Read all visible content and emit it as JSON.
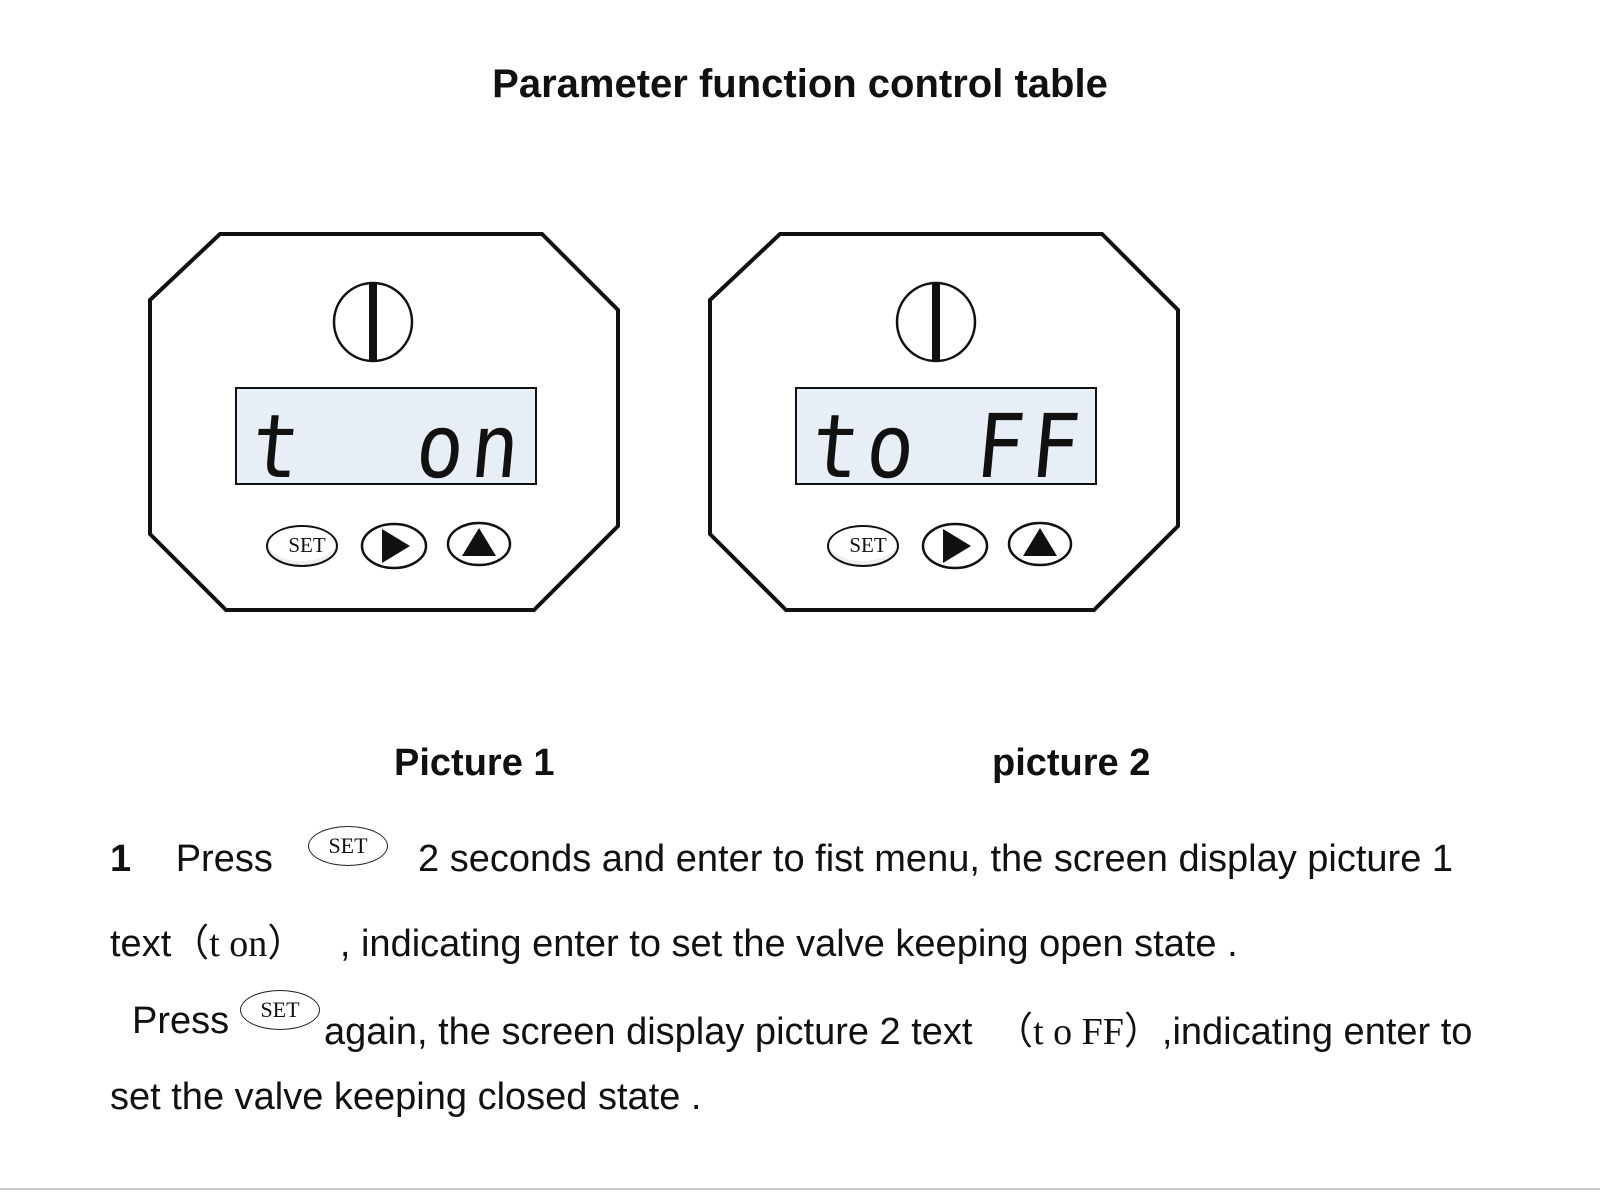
{
  "header": {
    "title": "Parameter function control table"
  },
  "pictures": [
    {
      "caption": "Picture 1",
      "lcd_text": "t  on",
      "buttons": {
        "set_label": "SET"
      }
    },
    {
      "caption": "picture 2",
      "lcd_text": "to FF",
      "buttons": {
        "set_label": "SET"
      }
    }
  ],
  "instructions": {
    "step_number": "1",
    "line1_press": "Press",
    "set_icon_label": "SET",
    "line1_rest": "2 seconds and enter to fist menu, the screen display picture 1",
    "line2_text": "text",
    "line2_code": "（t on）",
    "line2_rest": ", indicating enter to set the valve keeping open state .",
    "line3_press": "Press",
    "line3_rest": "again, the screen display picture 2 text",
    "line3_code": "（t o FF）",
    "line3_tail": ",indicating enter to",
    "line4": "set the valve keeping closed state ."
  },
  "colors": {
    "lcd_background": "#e8eef6",
    "outline": "#111111"
  }
}
